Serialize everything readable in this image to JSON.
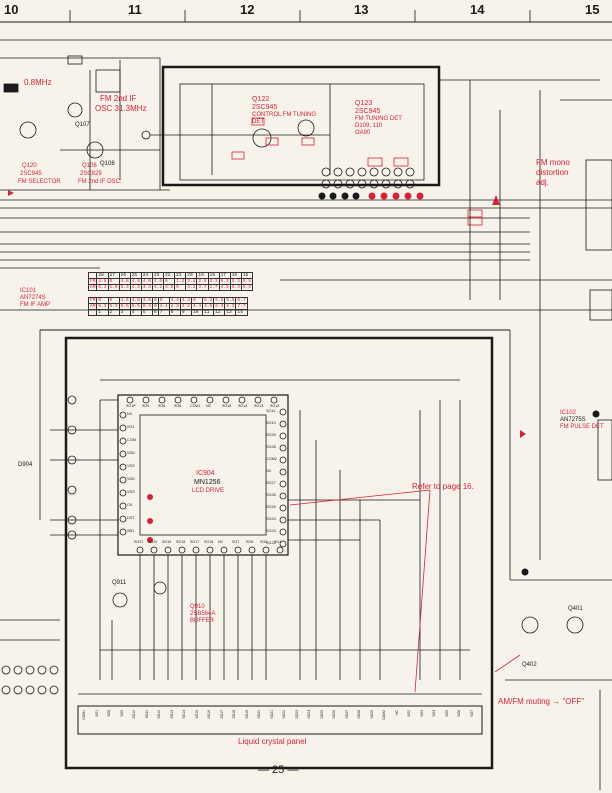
{
  "columns": [
    "10",
    "11",
    "12",
    "13",
    "14",
    "15"
  ],
  "labels": {
    "freq_08": "0.8MHz",
    "fm_2nd_if": "FM 2nd IF",
    "osc_313": "OSC 31.3MHz",
    "q120_ref": "Q120",
    "q120_part": "2SC945",
    "q120_func": "FM SELECTOR",
    "q106_ref": "Q106",
    "q106_part": "2SC829",
    "q106_func": "FM 2nd IF OSC.",
    "q107": "Q107",
    "q108": "Q108",
    "q122_ref": "Q122",
    "q122_part": "2SC945",
    "q122_func1": "CONTROL FM TUNING",
    "q122_func2": "DET",
    "q123_ref": "Q123",
    "q123_part": "2SC945",
    "q123_func": "FM TUNING DET",
    "d109": "D109, 110",
    "oa90": "OA90",
    "fm_mono_1": "FM mono",
    "fm_mono_2": "distortion",
    "fm_mono_3": "adj.",
    "ic101_ref": "IC101",
    "ic101_part": "AN7274S",
    "ic101_func": "FM IF AMP",
    "ic904_ref": "IC904",
    "ic904_part": "MN1256",
    "ic904_func": "LCD DRIVE",
    "refer": "Refer to page 16.",
    "q910_ref": "Q910",
    "q910_part": "2SB564A",
    "q910_func": "BUFFER",
    "q911": "Q911",
    "d904": "D904",
    "lcd_panel": "Liquid crystal panel",
    "ic102_ref": "IC102",
    "ic102_part": "AN7275S",
    "ic102_func": "FM PULSE DET",
    "am_fm": "AM/FM muting → \"OFF\"",
    "q402": "Q402",
    "q401": "Q401",
    "page_num": "— 25 —"
  },
  "ic_table": {
    "top_pins": [
      "28",
      "27",
      "26",
      "25",
      "24",
      "23",
      "22",
      "21",
      "20",
      "19",
      "18",
      "17",
      "16",
      "15"
    ],
    "fm_row": [
      "4.8",
      "0",
      "4.8",
      "4.8",
      "4.6",
      "4.6",
      "0",
      "1.2",
      "3.4",
      "2.8",
      "3.3",
      "5.3",
      "5.3",
      "5.5"
    ],
    "am_row": [
      "5.4",
      "1.6",
      "5.3",
      "4.2",
      "4.4",
      "4.2",
      "4.5",
      "0",
      "4.2",
      "3.7",
      "2.7",
      "4.8",
      "5.3",
      "5.3"
    ],
    "fm_row2": [
      "0",
      "0",
      "4.6",
      "4.8",
      "4.6",
      "0",
      "0",
      "4.4",
      "4.4",
      "0",
      "5.3",
      "5.5",
      "5.5",
      "6.7"
    ],
    "am_row2": [
      "5.3",
      "5.3",
      "0.5",
      "0.5",
      "0.3",
      "0",
      "4.4",
      "4.3",
      "4.2",
      "4.4",
      "4.8",
      "5.3",
      "5.3",
      "7.7"
    ],
    "bottom_pins": [
      "1",
      "2",
      "3",
      "4",
      "5",
      "6",
      "7",
      "8",
      "9",
      "10",
      "11",
      "12",
      "13",
      "14"
    ],
    "row_fm": "FM",
    "row_am": "AM"
  },
  "ic904_pins_top": [
    "SG1P",
    "SG9",
    "SG8",
    "SG8",
    "COM1",
    "NC",
    "SG15",
    "SG14",
    "SG13",
    "SG12"
  ],
  "ic904_pins_left": [
    "NC",
    "SG1",
    "COM",
    "VDD",
    "VSS",
    "VDD",
    "VSS",
    "CK",
    "DST",
    "SB1"
  ],
  "ic904_pins_right": [
    "SG11",
    "SG10",
    "SG29",
    "SG28",
    "COM2",
    "NC",
    "SG27",
    "SG26",
    "SG25",
    "SG24",
    "SG23",
    "SG22"
  ],
  "ic904_pins_bottom": [
    "SG21",
    "SG20",
    "SG19",
    "SG18",
    "SG17",
    "SG16",
    "NC",
    "SG7",
    "SG6",
    "SG5",
    "SG4"
  ],
  "lcd_pins": [
    "COM1",
    "SG1",
    "SG8",
    "SG9",
    "SG10",
    "SG11",
    "SG12",
    "SG13",
    "SG14",
    "SG15",
    "SG16",
    "SG17",
    "SG18",
    "SG19",
    "SG20",
    "SG21",
    "SG22",
    "SG23",
    "SG24",
    "SG25",
    "SG26",
    "SG27",
    "SG28",
    "SG29",
    "COM2",
    "NC",
    "SG2",
    "SG3",
    "SG4",
    "SG5",
    "SG6",
    "SG7"
  ],
  "colors": {
    "ink": "#1a1a1a",
    "red": "#d2233a",
    "paper": "#f7f3ea"
  }
}
